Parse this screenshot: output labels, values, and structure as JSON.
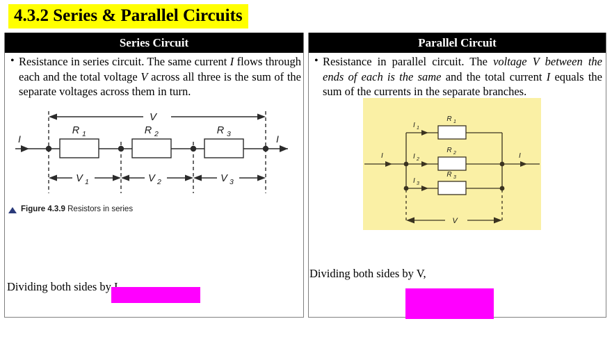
{
  "title": "4.3.2 Series & Parallel Circuits",
  "title_highlight_color": "#FFFF00",
  "table": {
    "columns": [
      {
        "header": "Series Circuit",
        "bullet_prefix": "•",
        "body_part1": "Resistance in series circuit. The same current ",
        "body_em1": "I",
        "body_part2": " flows through each and the total voltage ",
        "body_em2": "V",
        "body_part3": " across all three is the sum of the separate voltages across them in turn."
      },
      {
        "header": "Parallel Circuit",
        "bullet_prefix": "•",
        "body_part1": "Resistance in parallel circuit. The ",
        "body_em1": "voltage V between the ends of each is the same",
        "body_part2": " and the total current ",
        "body_em2": "I",
        "body_part3": " equals the sum of the currents in the separate branches."
      }
    ]
  },
  "series_figure": {
    "caption_bold": "Figure 4.3.9",
    "caption_rest": "Resistors in series",
    "total_voltage_label": "V",
    "current_in_label": "I",
    "current_out_label": "I",
    "resistors": [
      "R",
      "R",
      "R"
    ],
    "resistor_subs": [
      "1",
      "2",
      "3"
    ],
    "voltages": [
      "V",
      "V",
      "V"
    ],
    "voltage_subs": [
      "1",
      "2",
      "3"
    ]
  },
  "parallel_figure": {
    "background_color": "#FAF0A5",
    "current_in_label": "I",
    "current_out_label": "I",
    "branch_currents": [
      "I",
      "I",
      "I"
    ],
    "branch_current_subs": [
      "1",
      "2",
      "3"
    ],
    "resistors": [
      "R",
      "R",
      "R"
    ],
    "resistor_subs": [
      "1",
      "2",
      "3"
    ],
    "voltage_label": "V"
  },
  "notes": {
    "left": "Dividing both sides by I,",
    "right": "Dividing both sides by V,"
  },
  "highlights": {
    "magenta_color": "#FF00FF"
  }
}
